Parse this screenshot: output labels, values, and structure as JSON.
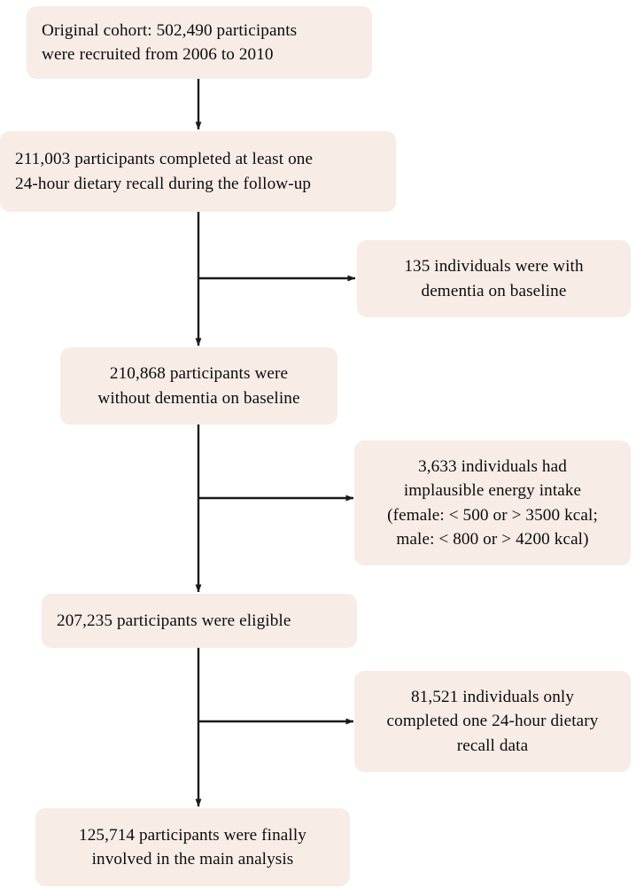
{
  "figure": {
    "type": "flowchart",
    "orientation": "top-to-bottom",
    "background_color": "#ffffff",
    "node_fill_color": "#f7ece6",
    "text_color": "#0d0d0d",
    "connector_color": "#1a1a1a"
  },
  "nodes": {
    "original_cohort": {
      "id": "original-cohort",
      "align": "left",
      "lines": [
        "Original cohort: 502,490 participants",
        "were recruited from 2006 to 2010"
      ]
    },
    "completed_recall": {
      "id": "completed-recall",
      "align": "left",
      "lines": [
        "211,003 participants completed at least one",
        "24-hour dietary recall during the follow-up"
      ]
    },
    "excluded_dementia": {
      "id": "excluded-dementia",
      "align": "center",
      "lines": [
        "135 individuals were with",
        "dementia on baseline"
      ]
    },
    "without_dementia": {
      "id": "without-dementia",
      "align": "center",
      "lines": [
        "210,868 participants were",
        "without dementia on baseline"
      ]
    },
    "excluded_energy": {
      "id": "excluded-energy",
      "align": "center",
      "lines": [
        "3,633 individuals had",
        "implausible energy intake",
        "(female: < 500 or > 3500 kcal;",
        "male: < 800 or > 4200 kcal)"
      ]
    },
    "eligible": {
      "id": "eligible",
      "align": "left",
      "lines": [
        "207,235 participants were eligible"
      ]
    },
    "excluded_single_recall": {
      "id": "excluded-single-recall",
      "align": "center",
      "lines": [
        "81,521 individuals only",
        "completed one 24-hour dietary",
        "recall data"
      ]
    },
    "final_sample": {
      "id": "final-sample",
      "align": "center",
      "lines": [
        "125,714 participants were finally",
        "involved in the main analysis"
      ]
    }
  },
  "counts": {
    "original_cohort": 502490,
    "completed_recall": 211003,
    "excluded_dementia": 135,
    "without_dementia": 210868,
    "excluded_energy": 3633,
    "eligible": 207235,
    "excluded_single_recall": 81521,
    "final_sample": 125714
  },
  "connectors": [
    {
      "name": "cohort-to-recall",
      "kind": "vertical-arrow"
    },
    {
      "name": "recall-to-dementia-branch",
      "kind": "branch-right-arrow"
    },
    {
      "name": "recall-to-without-dementia",
      "kind": "vertical-arrow"
    },
    {
      "name": "without-dementia-to-energy-branch",
      "kind": "branch-right-arrow"
    },
    {
      "name": "without-dementia-to-eligible",
      "kind": "vertical-arrow"
    },
    {
      "name": "eligible-to-single-recall-branch",
      "kind": "branch-right-arrow"
    },
    {
      "name": "eligible-to-final",
      "kind": "vertical-arrow"
    }
  ]
}
